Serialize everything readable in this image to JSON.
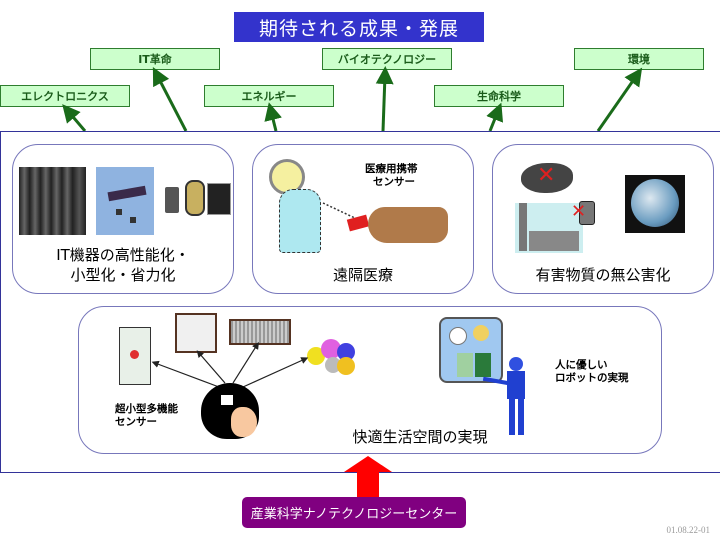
{
  "title": "期待される成果・発展",
  "goals": [
    {
      "label": "エレクトロニクス"
    },
    {
      "label": "IT革命"
    },
    {
      "label": "エネルギー"
    },
    {
      "label": "バイオテクノロジー"
    },
    {
      "label": "生命科学"
    },
    {
      "label": "環境"
    }
  ],
  "panels": {
    "it": {
      "label_line1": "IT機器の高性能化・",
      "label_line2": "小型化・省力化"
    },
    "medical": {
      "label": "遠隔医療",
      "sensor_line1": "医療用携帯",
      "sensor_line2": "センサー"
    },
    "environment": {
      "label": "有害物質の無公害化"
    },
    "living": {
      "label": "快適生活空間の実現",
      "sensor_line1": "超小型多機能",
      "sensor_line2": "センサー",
      "robot_line1": "人に優しい",
      "robot_line2": "ロボットの実現"
    }
  },
  "center": {
    "label": "産業科学ナノテクノロジーセンター"
  },
  "doc_id": "01.08.22-01",
  "colors": {
    "title_bg": "#3333cc",
    "goal_bg": "#ccffcc",
    "arrow_green": "#1a6b1a",
    "center_bg": "#800080",
    "up_arrow": "#ff0000"
  }
}
